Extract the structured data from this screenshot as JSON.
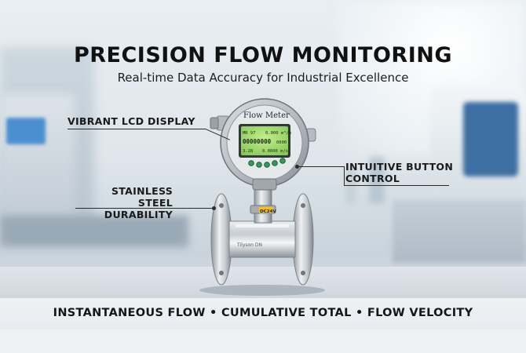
{
  "headline": "PRECISION FLOW MONITORING",
  "tagline": "Real-time Data Accuracy for Industrial Excellence",
  "callouts": {
    "lcd": "VIBRANT LCD DISPLAY",
    "steel_line1": "STAINLESS STEEL",
    "steel_line2": "DURABILITY",
    "buttons_line1": "INTUITIVE BUTTON",
    "buttons_line2": "CONTROL"
  },
  "device": {
    "label": "Flow Meter",
    "display": {
      "row1_left": "MR 97",
      "row1_right": "0.000 m³/h",
      "row2_left": "00000000",
      "row2_right": "0000",
      "row3_left": "3.28",
      "row3_right": "0.0000 m/s"
    },
    "tag": "DC24V",
    "pipe_marking": "Tilyson  DN"
  },
  "features_line": "INSTANTANEOUS FLOW • CUMULATIVE TOTAL • FLOW VELOCITY",
  "colors": {
    "lcd_green": "#9fd86a",
    "pipe_steel": "#c9cdd1",
    "tag_yellow": "#f2c21b",
    "button_green": "#2f9c5a"
  }
}
